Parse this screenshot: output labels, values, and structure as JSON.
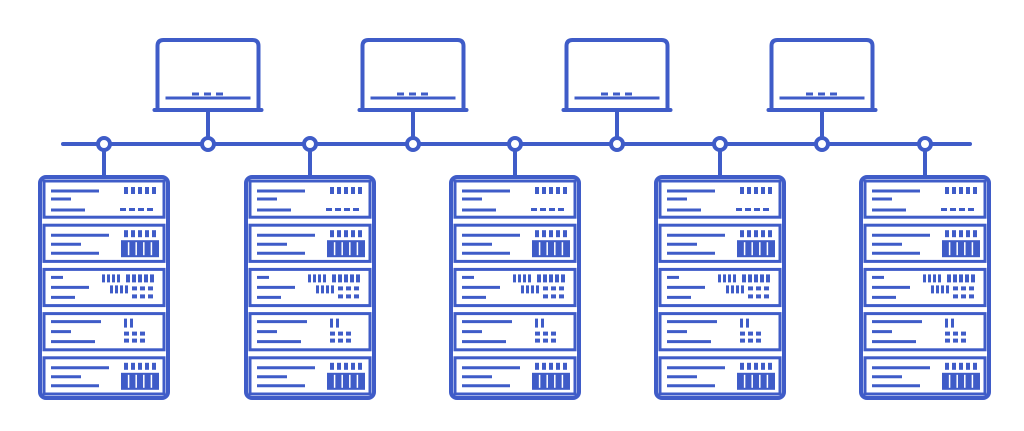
{
  "colors": {
    "stroke": "#3f5cc8",
    "background": "#ffffff"
  },
  "network": {
    "topology": "bus",
    "workstations": [
      {
        "icon": "monitor-icon"
      },
      {
        "icon": "monitor-icon"
      },
      {
        "icon": "monitor-icon"
      },
      {
        "icon": "monitor-icon"
      }
    ],
    "servers": [
      {
        "icon": "server-rack-icon",
        "units": 5
      },
      {
        "icon": "server-rack-icon",
        "units": 5
      },
      {
        "icon": "server-rack-icon",
        "units": 5
      },
      {
        "icon": "server-rack-icon",
        "units": 5
      },
      {
        "icon": "server-rack-icon",
        "units": 5
      }
    ]
  }
}
